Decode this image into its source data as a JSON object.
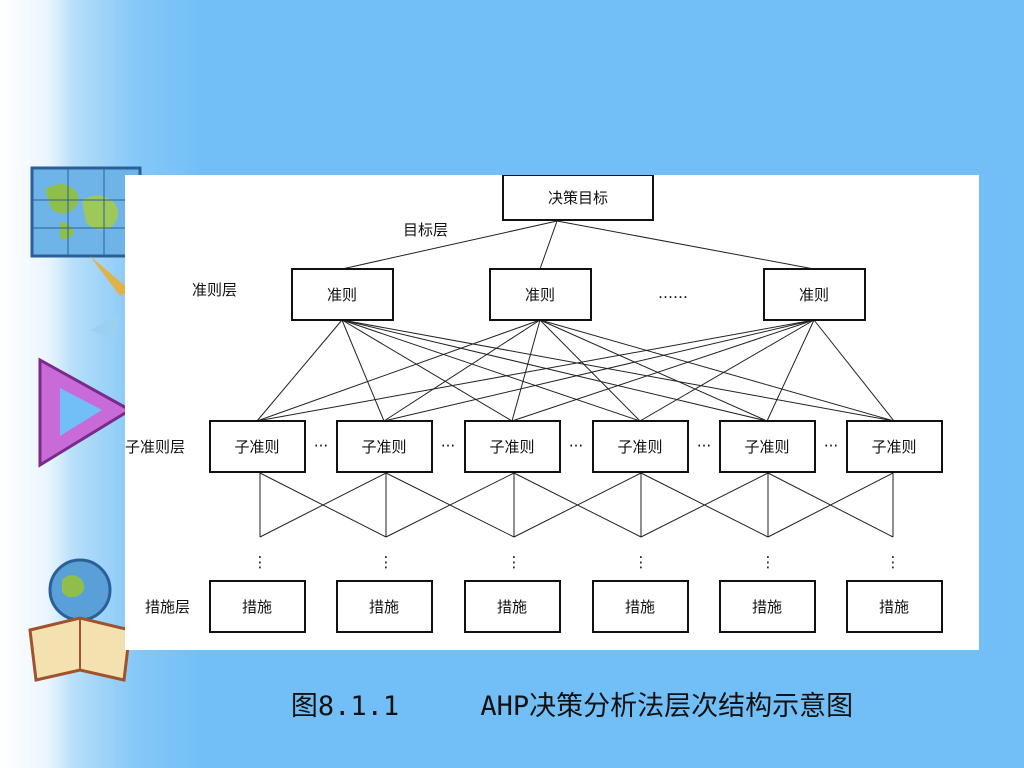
{
  "diagram": {
    "goal": "决策目标",
    "layers": {
      "goal_layer": "目标层",
      "criteria_layer": "准则层",
      "subcriteria_layer": "子准则层",
      "measures_layer": "措施层"
    },
    "criteria": [
      "准则",
      "准则",
      "准则"
    ],
    "criteria_ellipsis": "……",
    "subcriteria": [
      "子准则",
      "子准则",
      "子准则",
      "子准则",
      "子准则",
      "子准则"
    ],
    "subcriteria_ellipsis": "···",
    "measures": [
      "措施",
      "措施",
      "措施",
      "措施",
      "措施",
      "措施"
    ],
    "vertical_ellipsis": "⋮"
  },
  "caption": {
    "figure_number": "图8.1.1",
    "title": "AHP决策分析法层次结构示意图"
  }
}
